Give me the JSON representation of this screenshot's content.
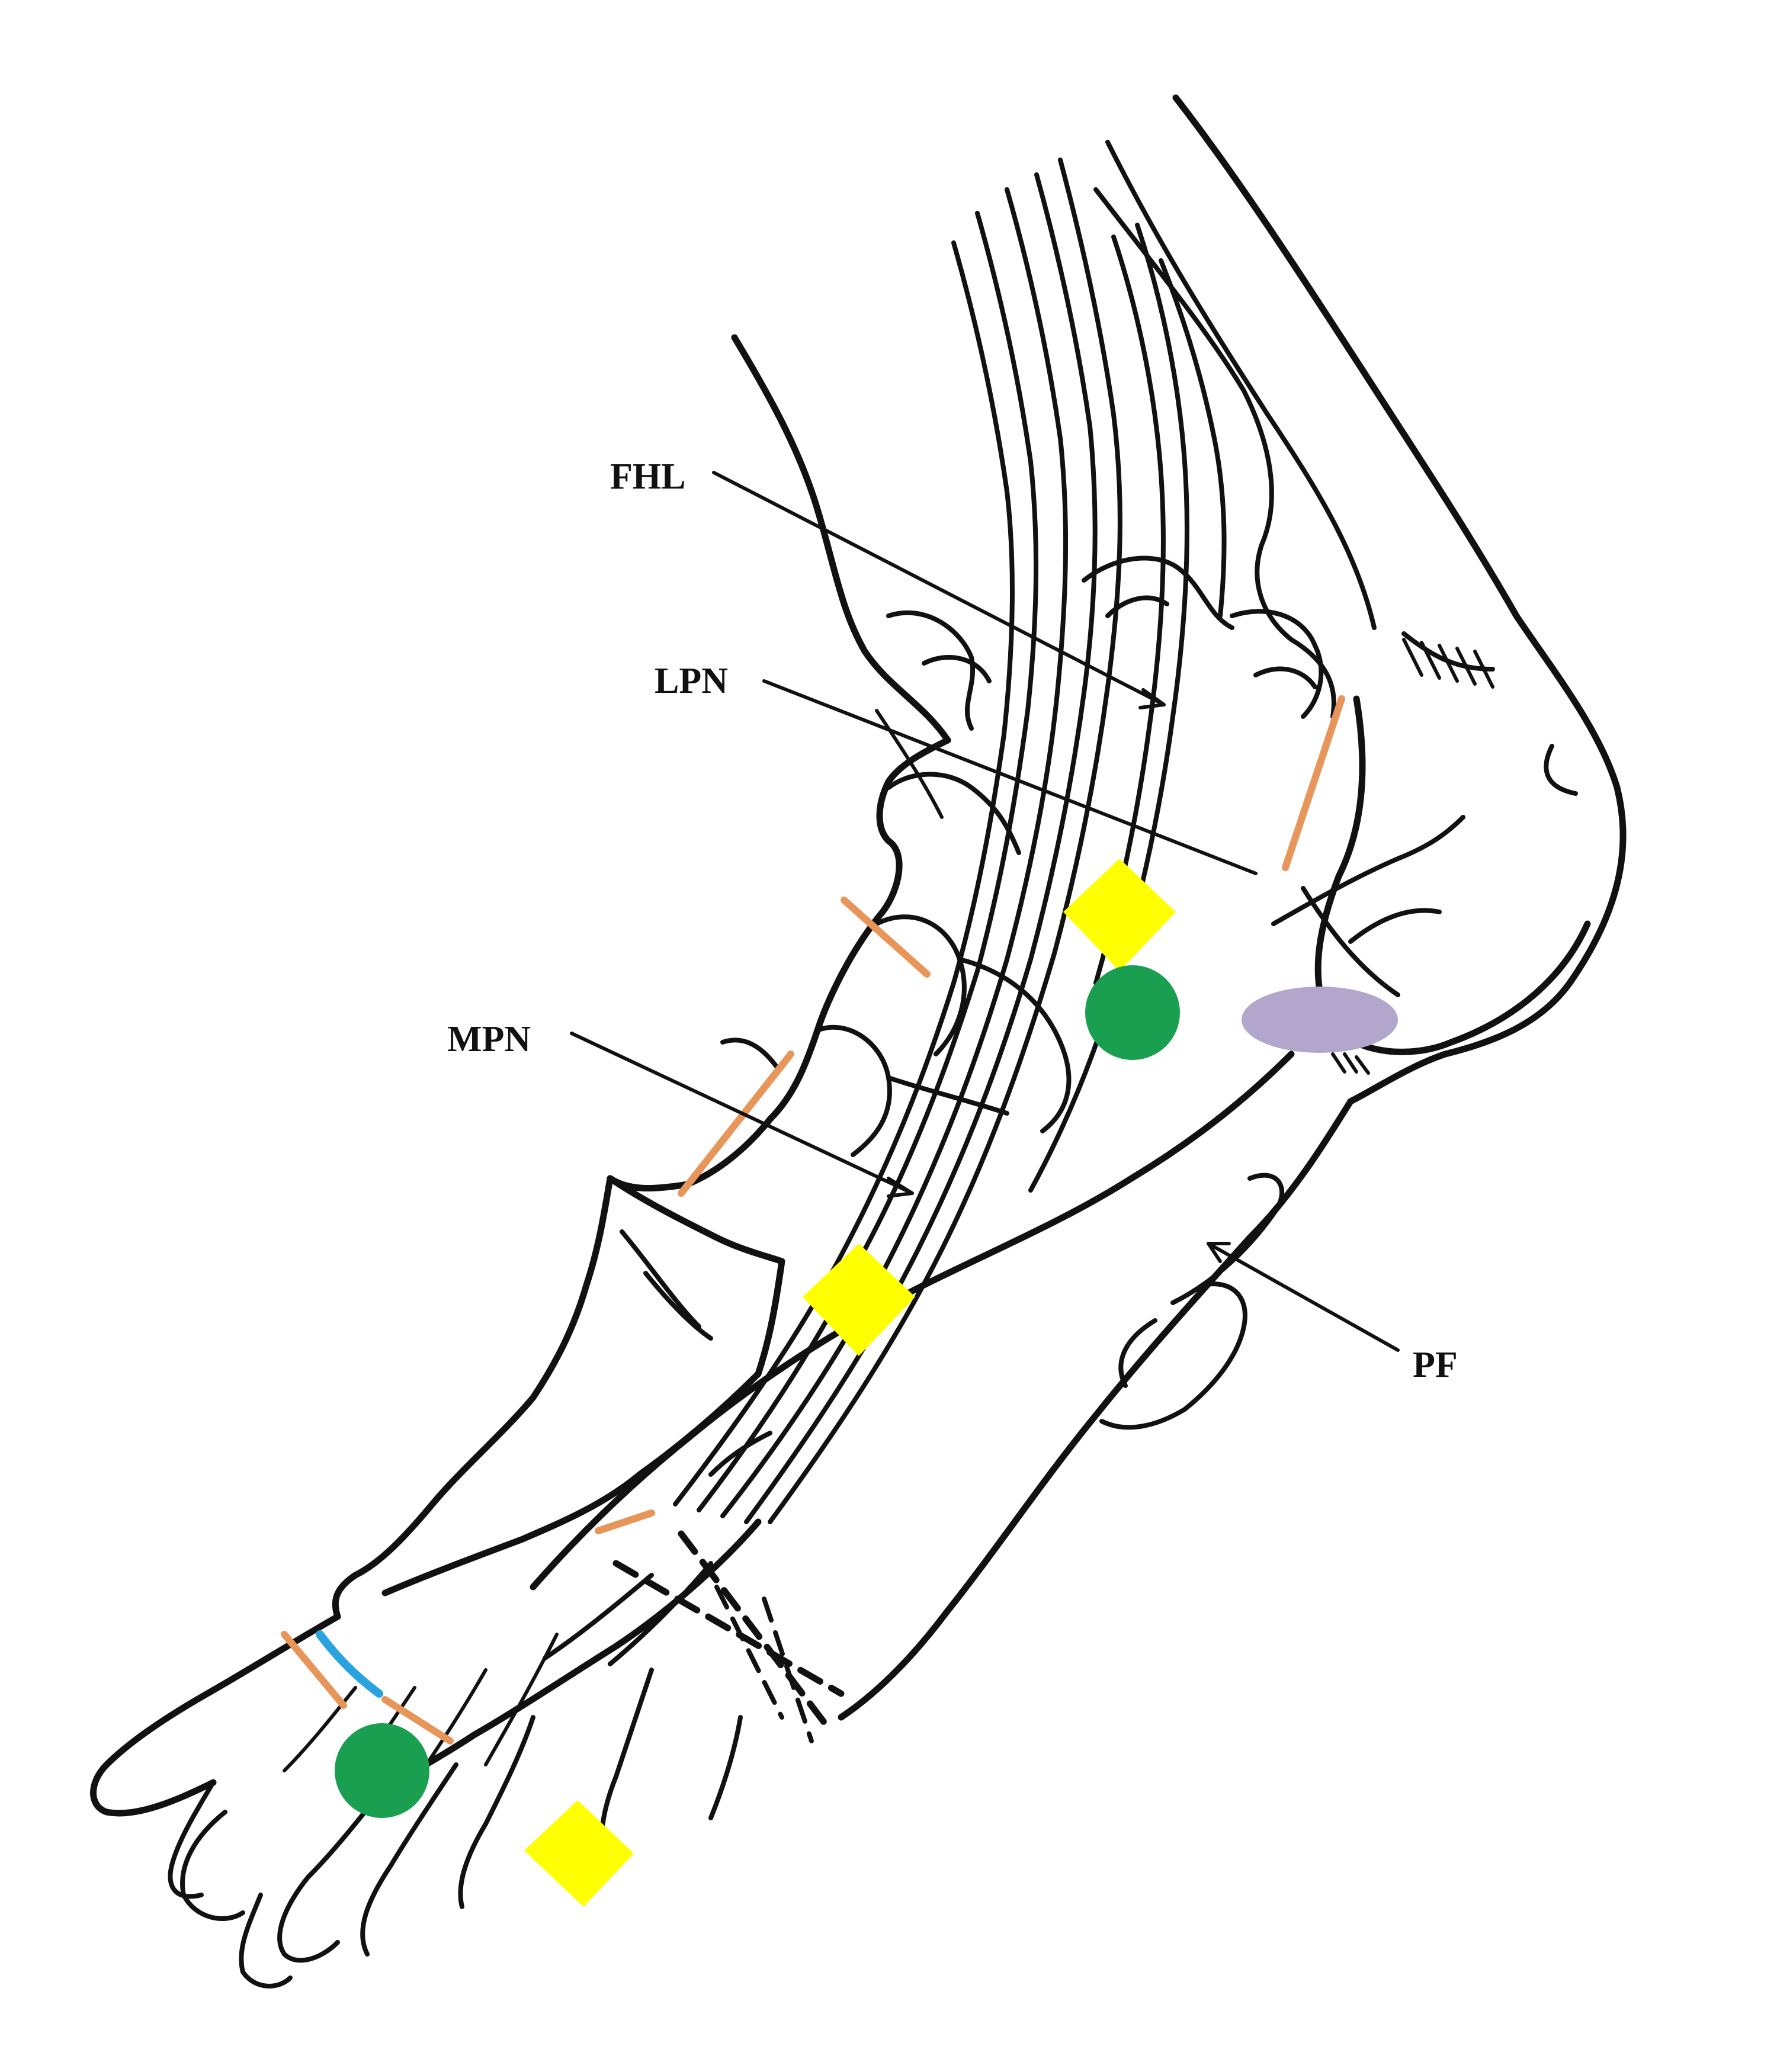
{
  "labels": {
    "fhl": "FHL",
    "lpn": "LPN",
    "mpn": "MPN",
    "pf": "PF"
  },
  "colors": {
    "outline": "#111111",
    "yellow_marker": "#ffff00",
    "green_marker": "#1a9e4f",
    "lavender_marker": "#b3a6cc",
    "orange_line": "#e8955a",
    "blue_line": "#29a3e0"
  },
  "marker_shapes": {
    "yellow": "diamond",
    "green": "circle",
    "lavender": "ellipse"
  }
}
